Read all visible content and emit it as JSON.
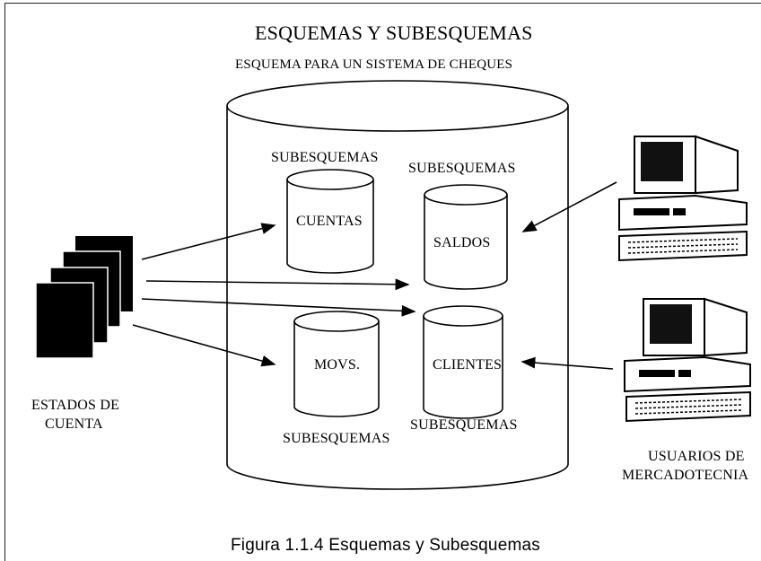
{
  "diagram": {
    "title": "ESQUEMAS Y SUBESQUEMAS",
    "subtitle": "ESQUEMA PARA UN SISTEMA DE CHEQUES",
    "caption": "Figura 1.1.4 Esquemas y Subesquemas",
    "subschemas": [
      {
        "name": "CUENTAS",
        "label": "SUBESQUEMAS"
      },
      {
        "name": "SALDOS",
        "label": "SUBESQUEMAS"
      },
      {
        "name": "MOVS.",
        "label": "SUBESQUEMAS"
      },
      {
        "name": "CLIENTES",
        "label": "SUBESQUEMAS"
      }
    ],
    "left_source": {
      "line1": "ESTADOS DE",
      "line2": "CUENTA"
    },
    "right_users": {
      "line1": "USUARIOS DE",
      "line2": "MERCADOTECNIA"
    }
  }
}
